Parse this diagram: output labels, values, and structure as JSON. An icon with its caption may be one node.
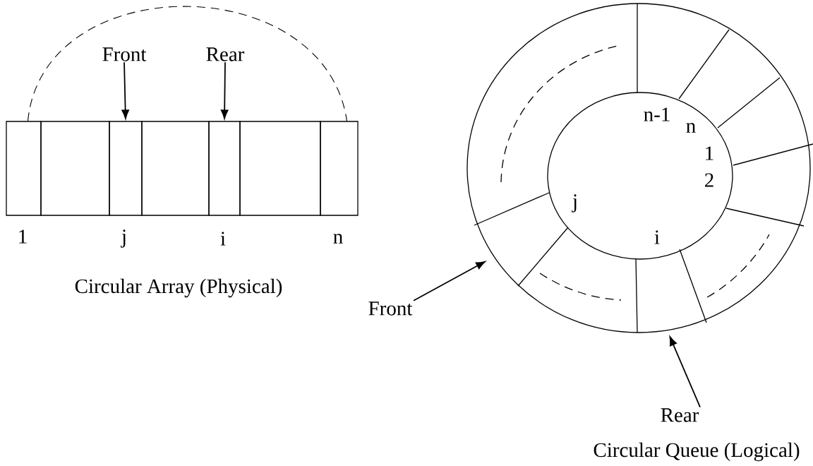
{
  "diagram": {
    "nodes": [
      {
        "text": [],
        "shape": "box"
      },
      {
        "text": [],
        "shape": "box"
      },
      {
        "text": [],
        "shape": "box"
      },
      {
        "text": [],
        "shape": "box"
      },
      {
        "text": [],
        "shape": "box"
      },
      {
        "text": [],
        "shape": "box"
      },
      {
        "text": [],
        "shape": "box"
      },
      {
        "text": [
          "Front"
        ]
      },
      {
        "text": [
          "Rear"
        ]
      },
      {
        "text": [
          "Front"
        ]
      },
      {
        "text": [
          "Rear"
        ]
      }
    ],
    "edges": [
      {
        "from": 7,
        "to": 2,
        "arrow": "to"
      },
      {
        "from": 8,
        "to": 4,
        "arrow": "to"
      },
      {
        "from": 0,
        "to": 6,
        "arrow": "none",
        "style": "dashed"
      },
      {
        "from": 9,
        "to": null,
        "arrow": "to"
      },
      {
        "from": 10,
        "to": null,
        "arrow": "to"
      }
    ],
    "labels": [
      "1",
      "j",
      "i",
      "n",
      "Circular Array (Physical)",
      "n-1",
      "n",
      "1",
      "2",
      "j",
      "i",
      "Circular Queue (Logical)"
    ]
  }
}
